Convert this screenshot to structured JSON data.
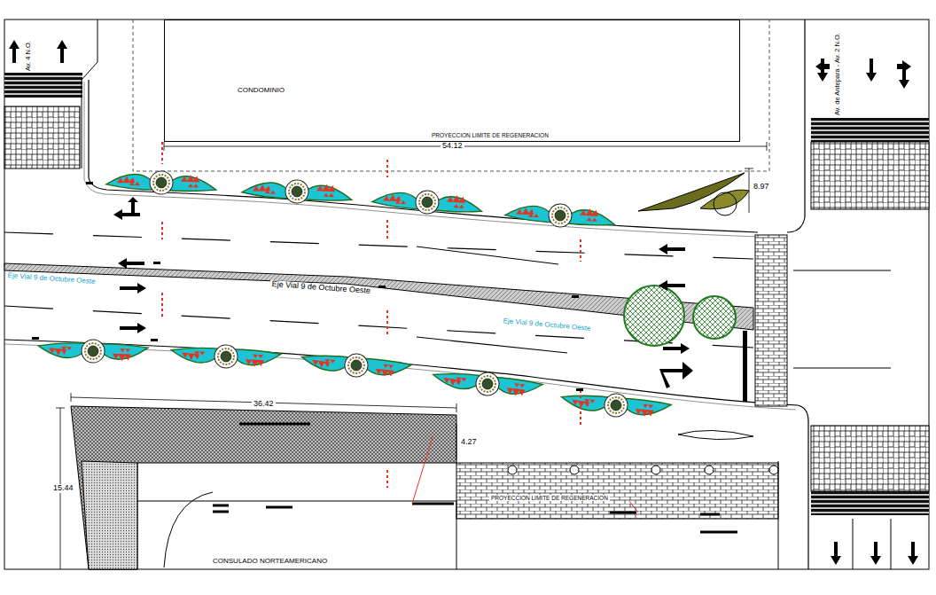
{
  "diagram": {
    "nodes": [
      {
        "text": [
          "CONDOMINIO"
        ]
      }
    ],
    "labels": [
      "PROYECCION LIMITE DE REGENERACION",
      "54.12",
      "8.97",
      "Eje Vial 9 de Octubre Oeste",
      "Eje Vial 9 de Octubre Oeste",
      "Eje Vial 9 de Octubre Oeste",
      "36.42",
      "15.44",
      "4.27",
      "PROYECCION LIMITE DE REGENERACION",
      "CONSULADO NORTEAMERICANO",
      "Av. 4 N.O.",
      "Av. de Antepara - Av. 2 N.O."
    ]
  }
}
